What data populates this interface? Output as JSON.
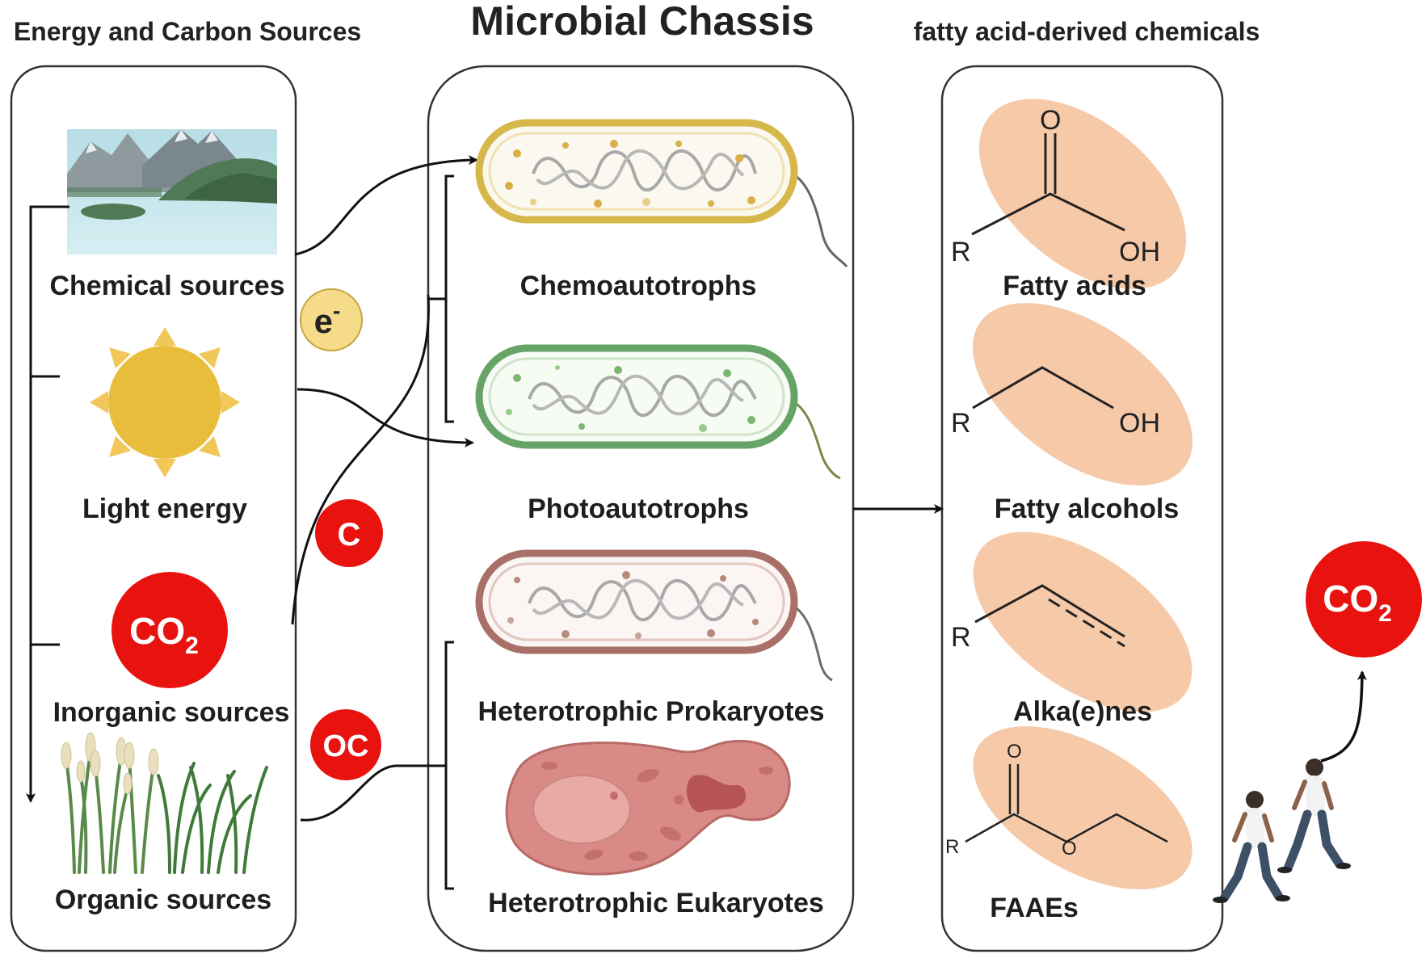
{
  "headers": {
    "left": "Energy and Carbon Sources",
    "center": "Microbial Chassis",
    "right": "fatty acid-derived chemicals"
  },
  "sources": {
    "chemical": "Chemical sources",
    "light": "Light energy",
    "inorganic": "Inorganic sources",
    "organic": "Organic sources",
    "co2_main": "CO",
    "co2_sub": "2"
  },
  "badges": {
    "electron_main": "e",
    "electron_sup": "-",
    "carbon": "C",
    "organic_carbon": "OC"
  },
  "chassis": {
    "chemo": "Chemoautotrophs",
    "photo": "Photoautotrophs",
    "hetero_pro": "Heterotrophic Prokaryotes",
    "hetero_eu": "Heterotrophic Eukaryotes"
  },
  "products": {
    "fatty_acids": "Fatty acids",
    "fatty_alcohols": "Fatty alcohols",
    "alkenes": "Alka(e)nes",
    "faaes": "FAAEs"
  },
  "atoms": {
    "R": "R",
    "O": "O",
    "OH": "OH"
  },
  "output": {
    "co2_main": "CO",
    "co2_sub": "2"
  },
  "colors": {
    "red": "#e8120f",
    "sun": "#e8bd3c",
    "electron_badge": "#f6dc8a",
    "chemo_cell": "#d6b74a",
    "photo_cell": "#66a366",
    "hetero_cell": "#a87068",
    "molecule_blob": "#f6c9a8",
    "yeast": "#d98a86"
  }
}
